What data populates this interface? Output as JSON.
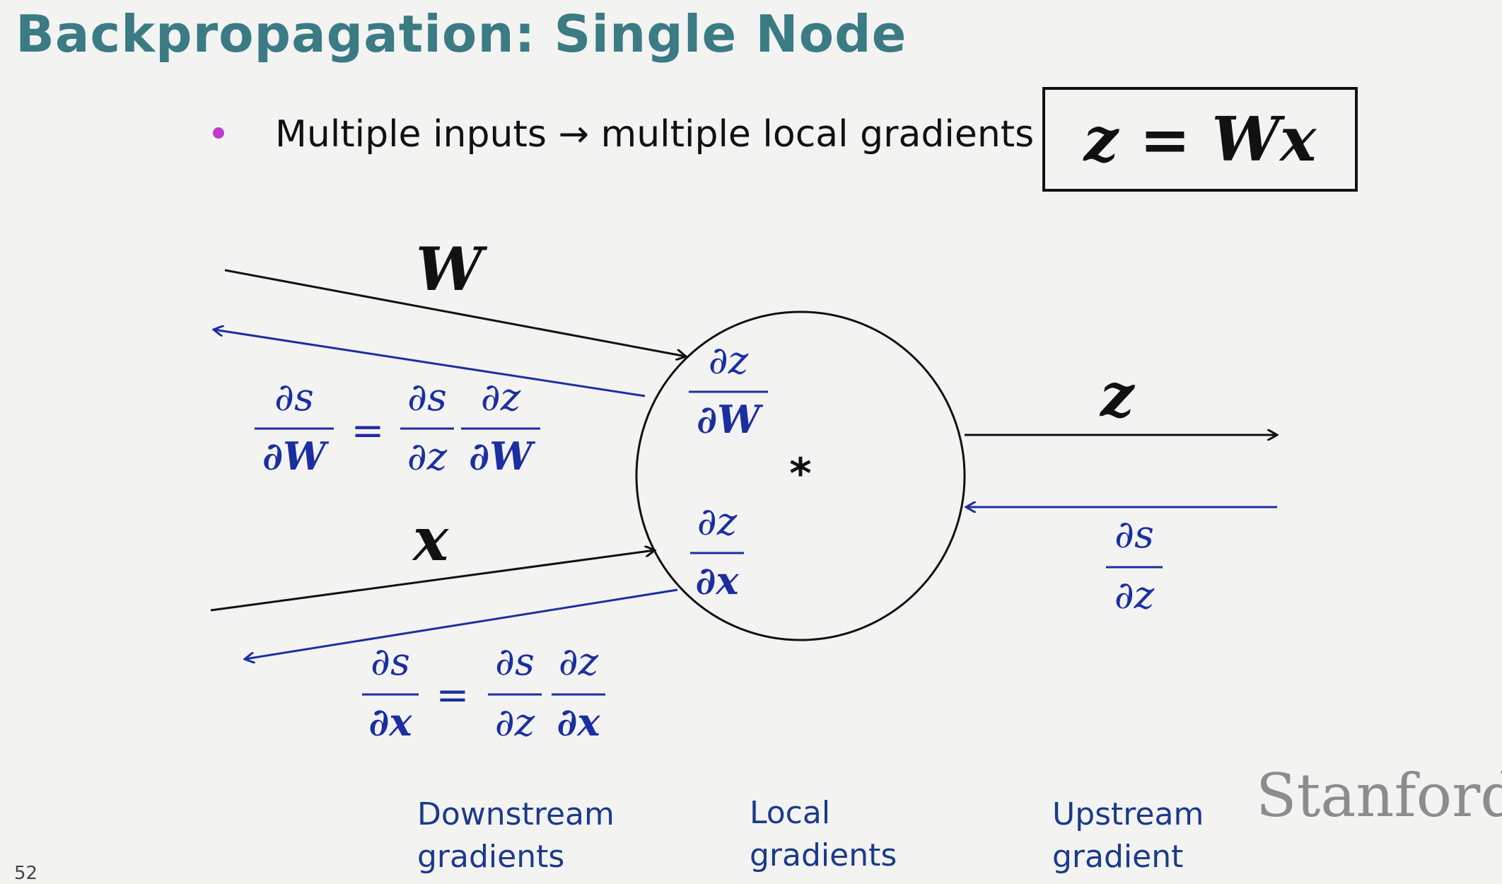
{
  "title": "Backpropagation: Single Node",
  "bullet": "Multiple inputs → multiple local gradients",
  "equation": "z = Wx",
  "diagram": {
    "input_w": "W",
    "input_x": "x",
    "output_z": "z",
    "operator": "*",
    "local_grad_w": {
      "num": "∂z",
      "den": "∂W"
    },
    "local_grad_x": {
      "num": "∂z",
      "den": "∂x"
    },
    "upstream": {
      "num": "∂s",
      "den": "∂z"
    },
    "down_w": {
      "lhs_num": "∂s",
      "lhs_den": "∂W",
      "eq": "=",
      "f1_num": "∂s",
      "f1_den": "∂z",
      "f2_num": "∂z",
      "f2_den": "∂W"
    },
    "down_x": {
      "lhs_num": "∂s",
      "lhs_den": "∂x",
      "eq": "=",
      "f1_num": "∂s",
      "f1_den": "∂z",
      "f2_num": "∂z",
      "f2_den": "∂x"
    }
  },
  "labels": {
    "downstream_1": "Downstream",
    "downstream_2": "gradients",
    "local_1": "Local",
    "local_2": "gradients",
    "upstream_1": "Upstream",
    "upstream_2": "gradient"
  },
  "logo": "Stanford",
  "slide_number": "52",
  "colors": {
    "title": "#3a7b84",
    "gradient": "#1b3a8a",
    "bullet": "#c03dc9"
  }
}
